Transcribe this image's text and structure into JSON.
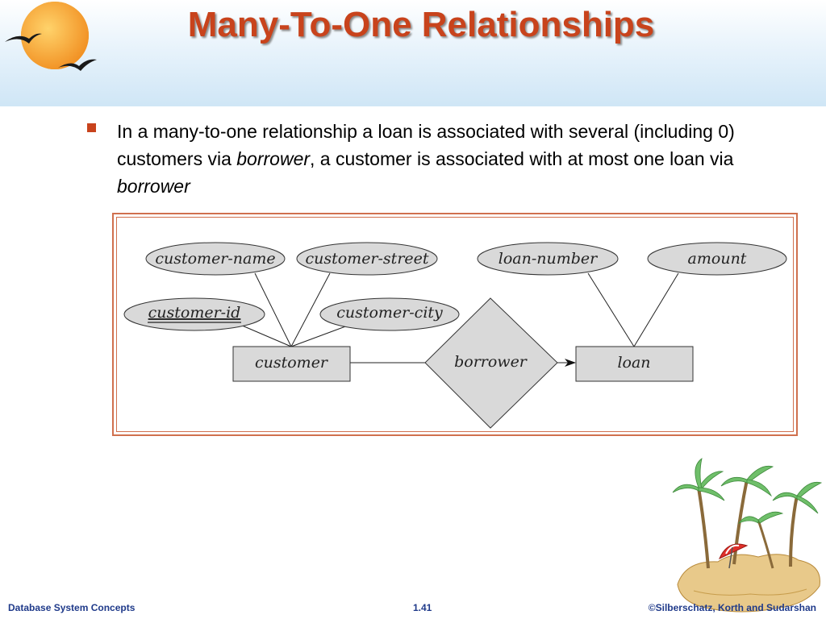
{
  "slide": {
    "title": "Many-To-One Relationships",
    "bullet": {
      "part1": "In a many-to-one relationship a loan is associated with several (including 0) customers via ",
      "em1": "borrower",
      "part2": ", a customer is associated with at most one loan via ",
      "em2": "borrower"
    }
  },
  "diagram": {
    "attributes": {
      "customer_name": "customer-name",
      "customer_street": "customer-street",
      "customer_id": "customer-id",
      "customer_city": "customer-city",
      "loan_number": "loan-number",
      "amount": "amount"
    },
    "entities": {
      "customer": "customer",
      "loan": "loan"
    },
    "relationship": "borrower"
  },
  "footer": {
    "left": "Database System Concepts",
    "center": "1.41",
    "right": "©Silberschatz, Korth and Sudarshan"
  },
  "colors": {
    "title": "#c8431c",
    "bullet": "#c8431c",
    "frame": "#d0704e",
    "shape_fill": "#d9d9d9",
    "footer": "#1f3a8a"
  }
}
